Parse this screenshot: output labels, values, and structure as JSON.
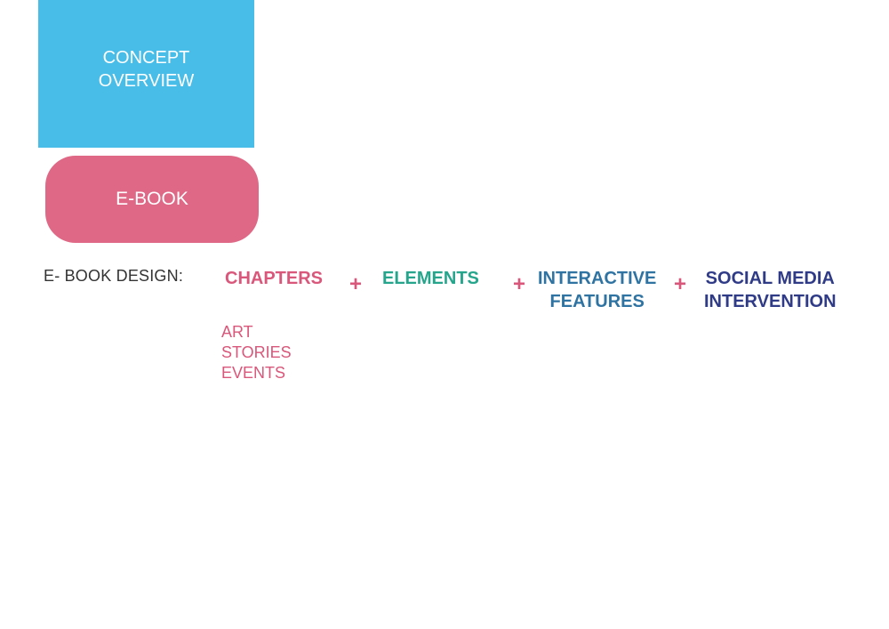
{
  "colors": {
    "concept_bg": "#48bde8",
    "ebook_bg": "#de6886",
    "chapters": "#d9577a",
    "elements": "#25a58c",
    "interactive": "#2e73a2",
    "social": "#2f3b87",
    "plus": "#d9577a"
  },
  "concept": {
    "lines": [
      "CONCEPT",
      "OVERVIEW"
    ]
  },
  "ebook": {
    "label": "E-BOOK"
  },
  "design": {
    "label": "E- BOOK DESIGN:",
    "components": {
      "chapters": [
        "CHAPTERS"
      ],
      "elements": [
        "ELEMENTS"
      ],
      "interactive": [
        "INTERACTIVE",
        "FEATURES"
      ],
      "social": [
        "SOCIAL MEDIA",
        "INTERVENTION"
      ]
    },
    "plus_symbol": "+",
    "chapter_items": [
      "ART",
      "STORIES",
      "EVENTS"
    ]
  }
}
